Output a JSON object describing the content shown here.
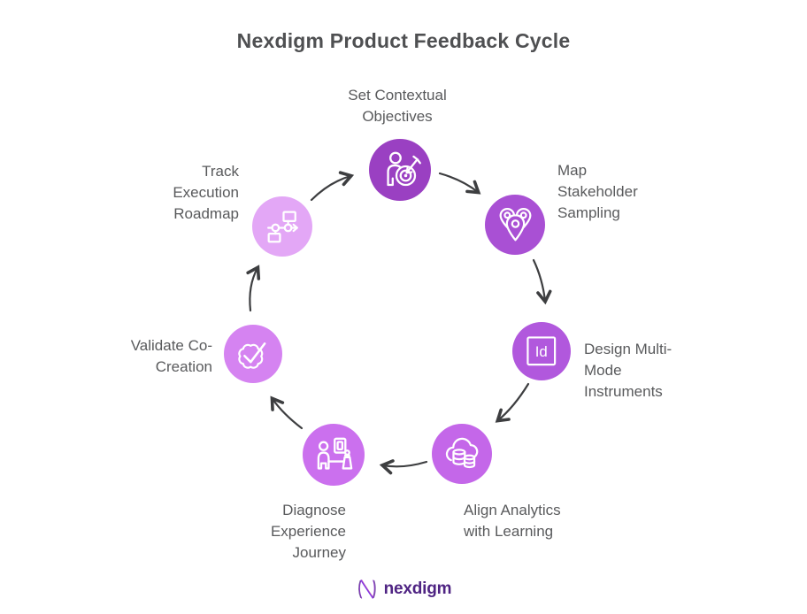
{
  "title": "Nexdigm Product Feedback Cycle",
  "steps": [
    {
      "id": "set-contextual-objectives",
      "label": "Set Contextual\nObjectives",
      "icon": "person-target-icon",
      "color": "#9a40c2"
    },
    {
      "id": "map-stakeholder-sampling",
      "label": "Map\nStakeholder\nSampling",
      "icon": "map-pins-icon",
      "color": "#a950d4"
    },
    {
      "id": "design-multi-mode-instruments",
      "label": "Design Multi-\nMode\nInstruments",
      "icon": "indesign-icon",
      "color": "#b158dd"
    },
    {
      "id": "align-analytics-with-learning",
      "label": "Align Analytics\nwith Learning",
      "icon": "cloud-database-icon",
      "color": "#c467e9"
    },
    {
      "id": "diagnose-experience-journey",
      "label": "Diagnose\nExperience\nJourney",
      "icon": "person-exhibit-icon",
      "color": "#cb70ee"
    },
    {
      "id": "validate-co-creation",
      "label": "Validate Co-\nCreation",
      "icon": "seal-check-icon",
      "color": "#d583f1"
    },
    {
      "id": "track-execution-roadmap",
      "label": "Track\nExecution\nRoadmap",
      "icon": "flowchart-icon",
      "color": "#e3a7f6"
    }
  ],
  "indesign_glyph": "Id",
  "logo": {
    "text": "nexdigm",
    "brand_color": "#4f2483"
  },
  "palette": {
    "arrow_color": "#3d3e40",
    "label_color": "#595a5c",
    "title_color": "#4f5052"
  }
}
